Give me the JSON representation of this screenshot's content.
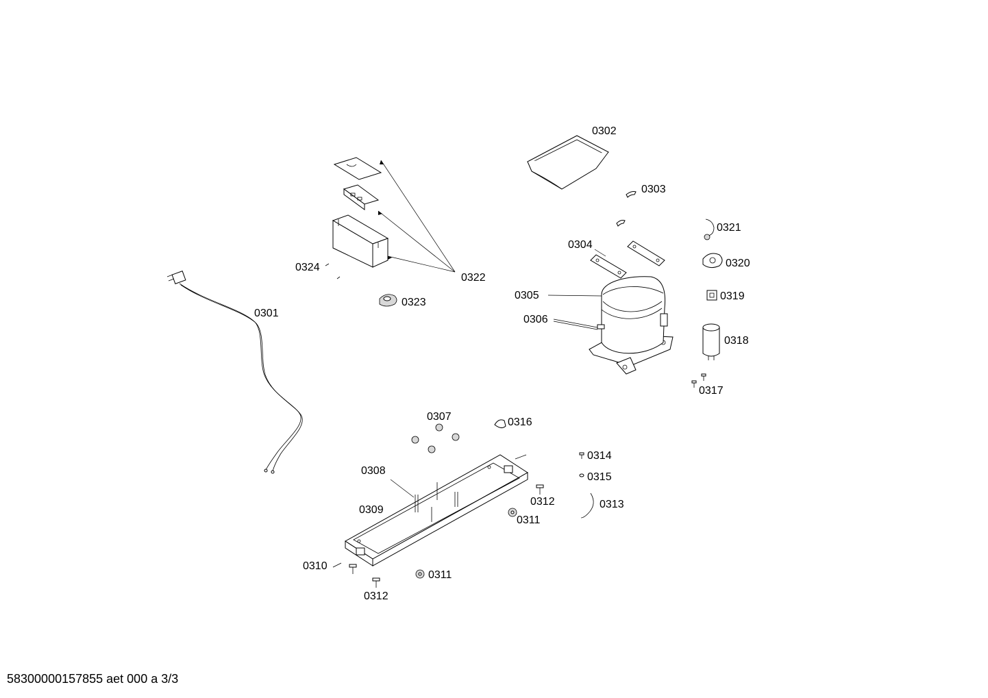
{
  "diagram": {
    "footer_text": "58300000157855 aet 000 a 3/3",
    "labels": {
      "p0301": "0301",
      "p0302": "0302",
      "p0303": "0303",
      "p0304": "0304",
      "p0305": "0305",
      "p0306": "0306",
      "p0307": "0307",
      "p0308": "0308",
      "p0309": "0309",
      "p0310": "0310",
      "p0311a": "0311",
      "p0311b": "0311",
      "p0312a": "0312",
      "p0312b": "0312",
      "p0313": "0313",
      "p0314": "0314",
      "p0315": "0315",
      "p0316": "0316",
      "p0317": "0317",
      "p0318": "0318",
      "p0319": "0319",
      "p0320": "0320",
      "p0321": "0321",
      "p0322": "0322",
      "p0323": "0323",
      "p0324": "0324"
    }
  }
}
